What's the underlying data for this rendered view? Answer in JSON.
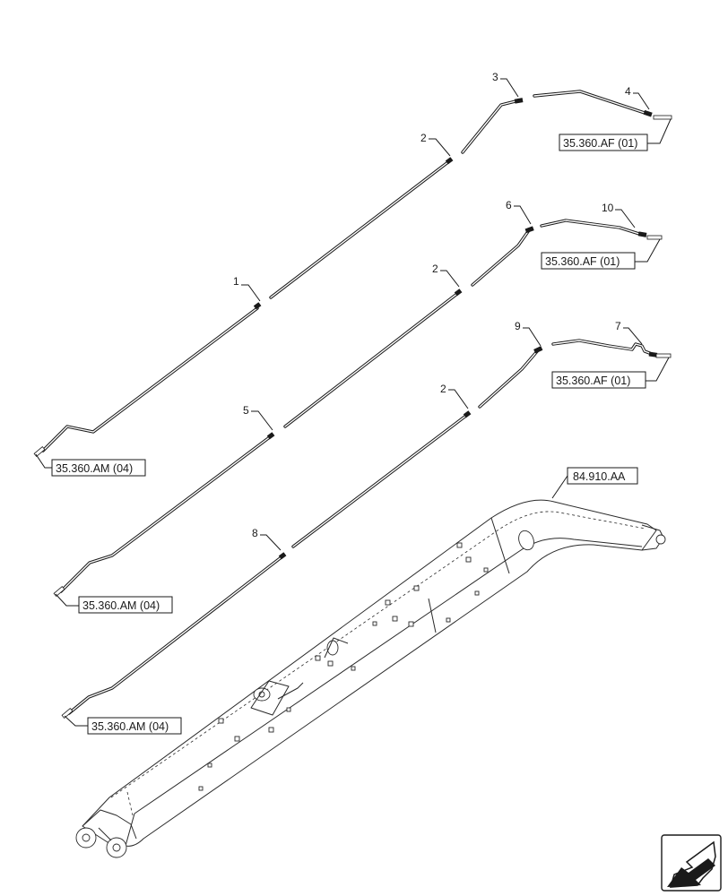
{
  "diagram": {
    "callouts": [
      "1",
      "2",
      "3",
      "4",
      "2",
      "5",
      "6",
      "10",
      "2",
      "7",
      "8",
      "9"
    ],
    "references": {
      "af_top": "35.360.AF (01)",
      "af_mid": "35.360.AF (01)",
      "af_low": "35.360.AF (01)",
      "am_top": "35.360.AM (04)",
      "am_mid": "35.360.AM (04)",
      "am_low": "35.360.AM (04)",
      "boom": "84.910.AA"
    },
    "nav_icon": "arrow-down-left-icon"
  }
}
